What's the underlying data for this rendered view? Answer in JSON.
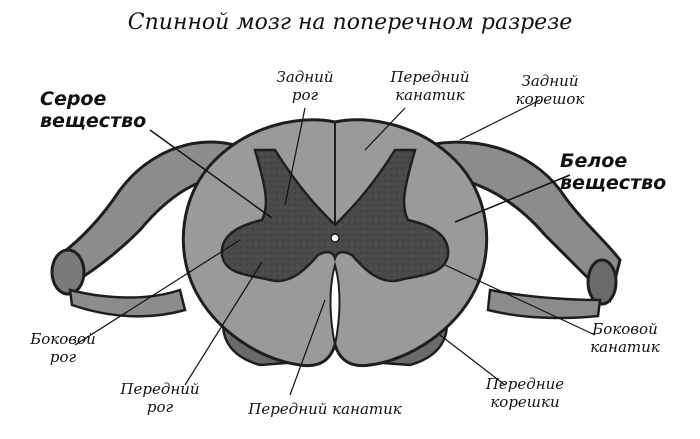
{
  "title": "Спинной мозг на поперечном разрезе",
  "labels": {
    "grey_matter": "Серое\nвещество",
    "white_matter": "Белое\nвещество",
    "dorsal_horn": "Задний\nрог",
    "anterior_funiculus_top": "Передний\nканатик",
    "dorsal_root": "Задний\nкорешок",
    "lateral_horn": "Боковой\nрог",
    "ventral_horn": "Передний\nрог",
    "anterior_funiculus_bottom": "Передний канатик",
    "ventral_roots": "Передние\nкорешки",
    "lateral_funiculus": "Боковой\nканатик"
  },
  "colors": {
    "white_matter": "#9a9a9a",
    "grey_matter": "#4a4a4a",
    "outline": "#1e1e1e",
    "roots": "#8c8c8c"
  }
}
